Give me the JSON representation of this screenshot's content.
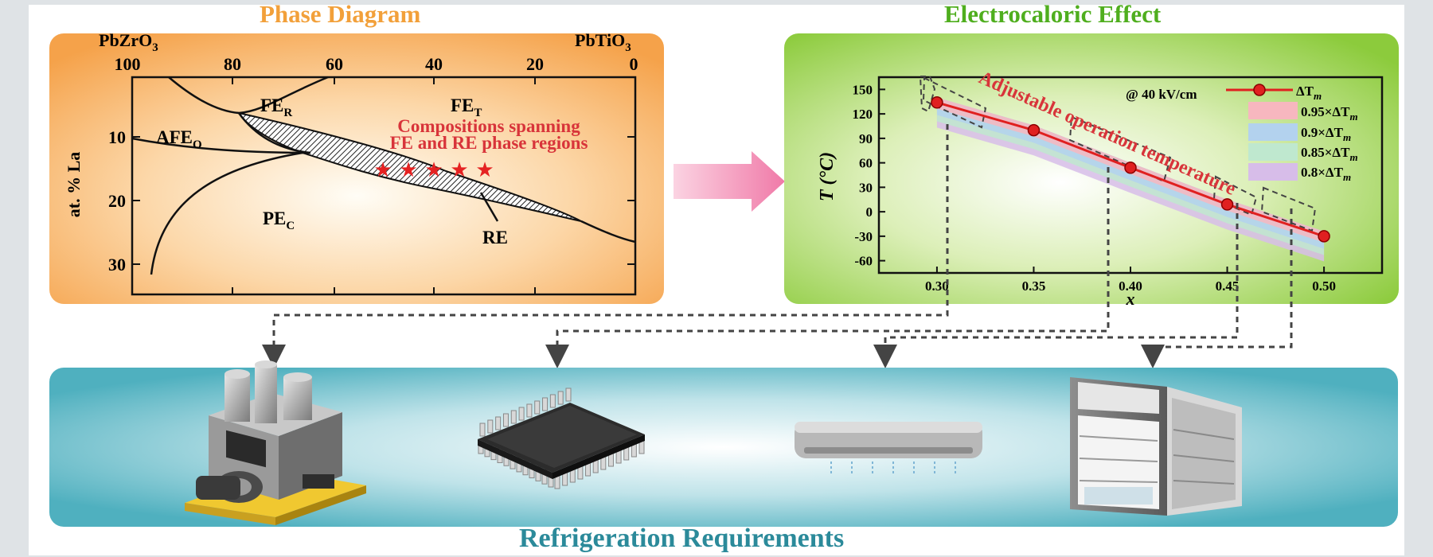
{
  "titles": {
    "phase_diagram": "Phase Diagram",
    "electrocaloric": "Electrocaloric Effect",
    "refrigeration": "Refrigeration Requirements"
  },
  "colors": {
    "phase_title": "#f2a03a",
    "ece_title": "#4fae1e",
    "refrig_title": "#2b8a9a",
    "orange_panel": "#f5a24a",
    "green_panel": "#8ccb3c",
    "teal_panel": "#56b4c2",
    "arrow_pink": "#f07aa8",
    "star_red": "#e52222",
    "annot_red": "#d8343a"
  },
  "phase_diagram": {
    "left_compound": "PbZrO",
    "left_compound_sub": "3",
    "right_compound": "PbTiO",
    "right_compound_sub": "3",
    "top_ticks": [
      "100",
      "80",
      "60",
      "40",
      "20",
      "0"
    ],
    "y_label": "at. % La",
    "y_ticks": [
      "10",
      "20",
      "30"
    ],
    "regions": {
      "fer": "FE",
      "fer_sub": "R",
      "fet": "FE",
      "fet_sub": "T",
      "afeo": "AFE",
      "afeo_sub": "O",
      "pec": "PE",
      "pec_sub": "C",
      "re": "RE"
    },
    "annotation_line1": "Compositions spanning",
    "annotation_line2": "FE and RE phase regions",
    "star_glyph": "★",
    "star_count": 5
  },
  "chart_data": {
    "type": "line",
    "xlabel": "x",
    "ylabel": "T (°C)",
    "x_ticks": [
      "0.30",
      "0.35",
      "0.40",
      "0.45",
      "0.50"
    ],
    "y_ticks": [
      "150",
      "120",
      "90",
      "60",
      "30",
      "0",
      "-30",
      "-60"
    ],
    "xlim": [
      0.27,
      0.53
    ],
    "ylim": [
      -75,
      165
    ],
    "field_label": "@ 40 kV/cm",
    "annotation": "Adjustable operation temperature",
    "series": [
      {
        "name": "ΔT",
        "name_sub": "m",
        "x": [
          0.3,
          0.35,
          0.4,
          0.45,
          0.5
        ],
        "y": [
          134,
          100,
          54,
          9,
          -30
        ],
        "color": "#e02020"
      }
    ],
    "bands": [
      {
        "name": "0.95×ΔT",
        "name_sub": "m",
        "color": "#f7b7bf"
      },
      {
        "name": "0.9×ΔT",
        "name_sub": "m",
        "color": "#b3d2ee"
      },
      {
        "name": "0.85×ΔT",
        "name_sub": "m",
        "color": "#bfe8cf"
      },
      {
        "name": "0.8×ΔT",
        "name_sub": "m",
        "color": "#d7bde9"
      }
    ],
    "legend_position": "top-right"
  },
  "devices": [
    {
      "name": "Industrial machinery"
    },
    {
      "name": "Integrated circuit chip"
    },
    {
      "name": "Air conditioner"
    },
    {
      "name": "Refrigerator"
    }
  ]
}
